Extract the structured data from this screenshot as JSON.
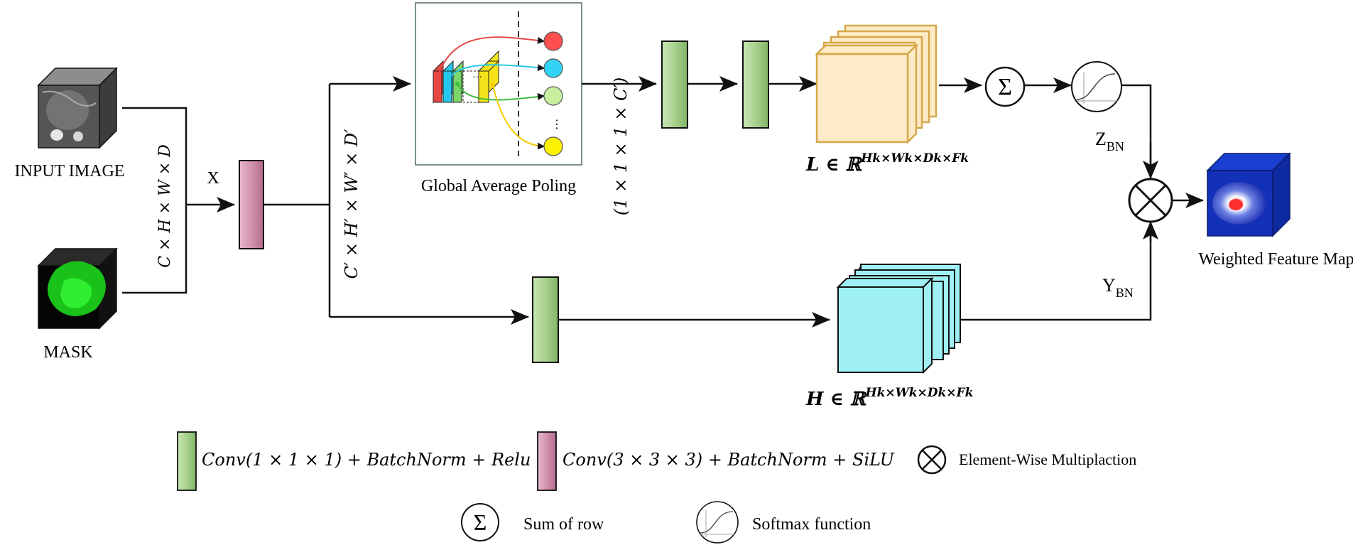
{
  "labels": {
    "input_image": "INPUT IMAGE",
    "mask": "MASK",
    "x": "X",
    "dim_input": "C × H × W × D",
    "dim_after_conv": "C′ × H′ × W′ × D′",
    "gap": "Global  Average Poling",
    "gap_dots_h": "···",
    "gap_dots_v": "⋮",
    "dim_gap": "(1 × 1 × 1 × C′)",
    "sum_symbol": "Σ",
    "z_bn": "Z",
    "z_bn_sub": "BN",
    "y_bn": "Y",
    "y_bn_sub": "BN",
    "weighted_feature_map": "Weighted Feature Map",
    "l_formula_main": "L ∈ ℝ",
    "l_formula_sup": "Hk×Wk×Dk×Fk",
    "h_formula_main": "H ∈ ℝ",
    "h_formula_sup": "Hk×Wk×Dk×Fk"
  },
  "legend": {
    "conv1": "Conv(1 × 1 × 1) + BatchNorm + Relu",
    "conv3": "Conv(3 × 3 × 3) + BatchNorm + SiLU",
    "mult": "Element-Wise Multiplaction",
    "sum": "Sum of  row",
    "softmax": "Softmax function"
  },
  "colors": {
    "green_block": "#a9d18e",
    "pink_block": "#cf8fab",
    "cream_cube": "#fdebc8",
    "cream_edge": "#d9b35a",
    "cyan_cube": "#9ff0f5",
    "arrow": "#111111",
    "gap_red": "#e84545",
    "gap_cyan": "#25c8ec",
    "gap_green": "#7ad56b",
    "gap_yellow": "#f6e21b"
  }
}
